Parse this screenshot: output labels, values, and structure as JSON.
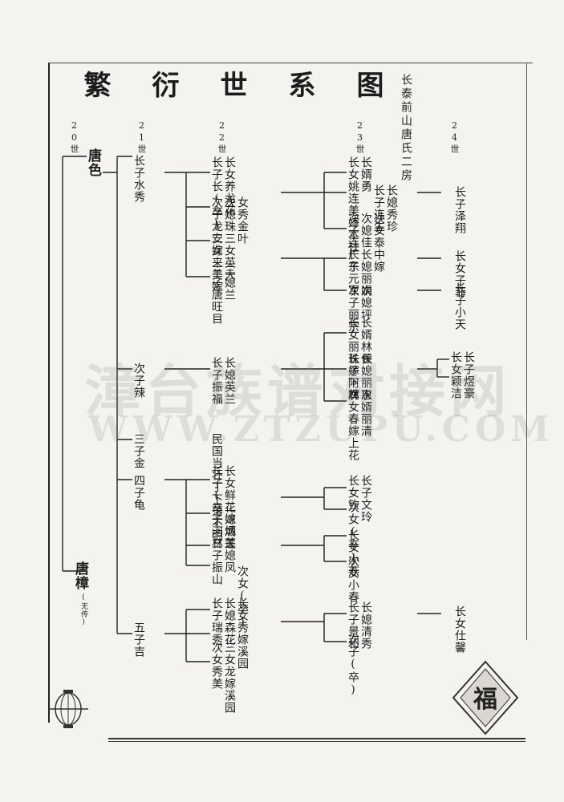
{
  "title": {
    "chars": [
      "繁",
      "衍",
      "世",
      "系",
      "图"
    ],
    "subtitle": "长泰前山唐氏二房"
  },
  "generations": [
    "20世",
    "21世",
    "22世",
    "23世",
    "24世"
  ],
  "gen20": {
    "name": "唐色"
  },
  "gen19": {
    "name": "唐樟",
    "note": "(无传)"
  },
  "gen21": [
    "长子水秀",
    "次子辣",
    "三子金",
    "四子龟",
    "五子吉"
  ],
  "gen22": {
    "shuixiu": [
      "长子长(卒)",
      "长女养龙花",
      "次子龙安嫁",
      "次媳珠",
      "女秀金叶",
      "二女来美嫁",
      "三女英大",
      "三子唐旺目",
      "三媳兰"
    ],
    "la": [
      "长子振福",
      "长媳英兰"
    ],
    "jin": "民国当壮丁下落不明",
    "gui": [
      "长子(卒)",
      "长女鲜花嫁城关",
      "二子河林",
      "二媳炳莲",
      "三子振山",
      "三媳凤",
      "次女(卒)"
    ],
    "ji": [
      "长子瑞秀",
      "长媳森花",
      "长女秀嫁溪园",
      "次女秀美",
      "三女龙嫁溪园"
    ]
  },
  "gen23": {
    "a": [
      "长女姚连美嫁本社",
      "长婿勇",
      "长子连生",
      "长媳秀珍",
      "次子连广东",
      "次媳佳",
      "次女泰中嫁"
    ],
    "b": [
      "长子元军",
      "长媳丽娟",
      "次子丽宗",
      "次媳坪"
    ],
    "c": [
      "长女丽珠嫁下林",
      "长婿林保",
      "长子阿辉",
      "长媳丽惠",
      "次女春嫁上花",
      "次婿丽清"
    ],
    "d": [
      "长女钦",
      "长子文玲",
      "次女(卒)"
    ],
    "e": [
      "长女小燕",
      "次女小春"
    ],
    "f": [
      "长子景和",
      "长媳清秀",
      "次子(卒)"
    ]
  },
  "gen24": {
    "a": [
      "长子泽翔"
    ],
    "b": [
      "长女子菲"
    ],
    "c": [
      "长子小天"
    ],
    "d": [
      "长女颖洁",
      "长子煜豪"
    ],
    "e": [
      "长女仕馨"
    ]
  },
  "watermark": {
    "cn": "漳台族谱对接网",
    "en": "WWW.ZTZUPU.COM"
  },
  "seal_char": "福"
}
